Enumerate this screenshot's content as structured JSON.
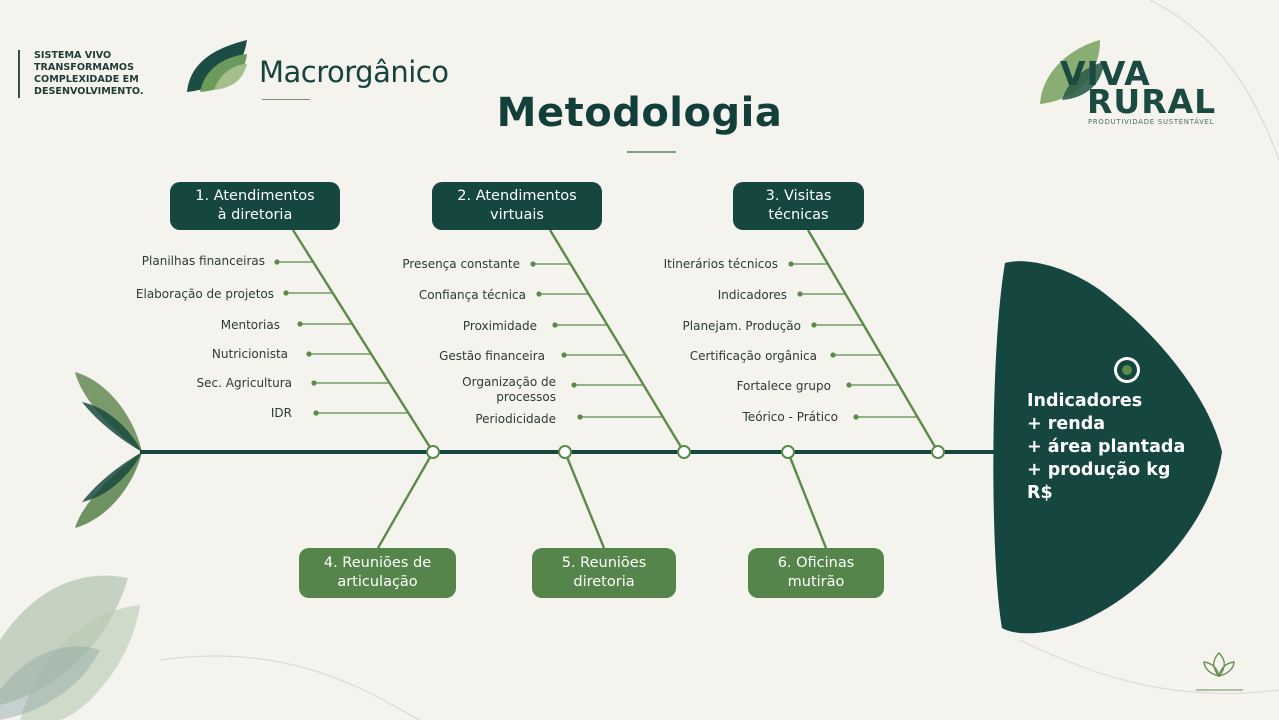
{
  "header": {
    "tagline": "SISTEMA VIVO\nTRANSFORMAMOS\nCOMPLEXIDADE EM\nDESENVOLVIMENTO.",
    "brand_left": "Macrorgânico",
    "title": "Metodologia",
    "brand_right_line1": "VIVA",
    "brand_right_line2": "RURAL",
    "brand_right_sub": "PRODUTIVIDADE SUSTENTÁVEL"
  },
  "colors": {
    "dark": "#15463f",
    "green": "#55854a",
    "line": "#5b8a4a",
    "background": "#f5f3ee"
  },
  "diagram": {
    "top_categories": [
      {
        "label": "1. Atendimentos\nà diretoria",
        "items": [
          "Planilhas financeiras",
          "Elaboração de projetos",
          "Mentorias",
          "Nutricionista",
          "Sec. Agricultura",
          "IDR"
        ]
      },
      {
        "label": "2. Atendimentos\nvirtuais",
        "items": [
          "Presença constante",
          "Confiança técnica",
          "Proximidade",
          "Gestão financeira",
          "Organização de\nprocessos",
          "Periodicidade"
        ]
      },
      {
        "label": "3. Visitas\ntécnicas",
        "items": [
          "Itinerários técnicos",
          "Indicadores",
          "Planejam. Produção",
          "Certificação orgânica",
          "Fortalece grupo",
          "Teórico - Prático"
        ]
      }
    ],
    "bottom_categories": [
      {
        "label": "4. Reuniões de\narticulação"
      },
      {
        "label": "5. Reuniões\ndiretoria"
      },
      {
        "label": "6. Oficinas\nmutirão"
      }
    ],
    "head": {
      "text": "Indicadores\n+ renda\n+ área plantada\n+ produção kg\nR$"
    }
  },
  "icons": [
    "leaf-logo-icon",
    "viva-rural-leaf-icon",
    "target-icon",
    "fish-tail-icon",
    "lotus-icon"
  ]
}
